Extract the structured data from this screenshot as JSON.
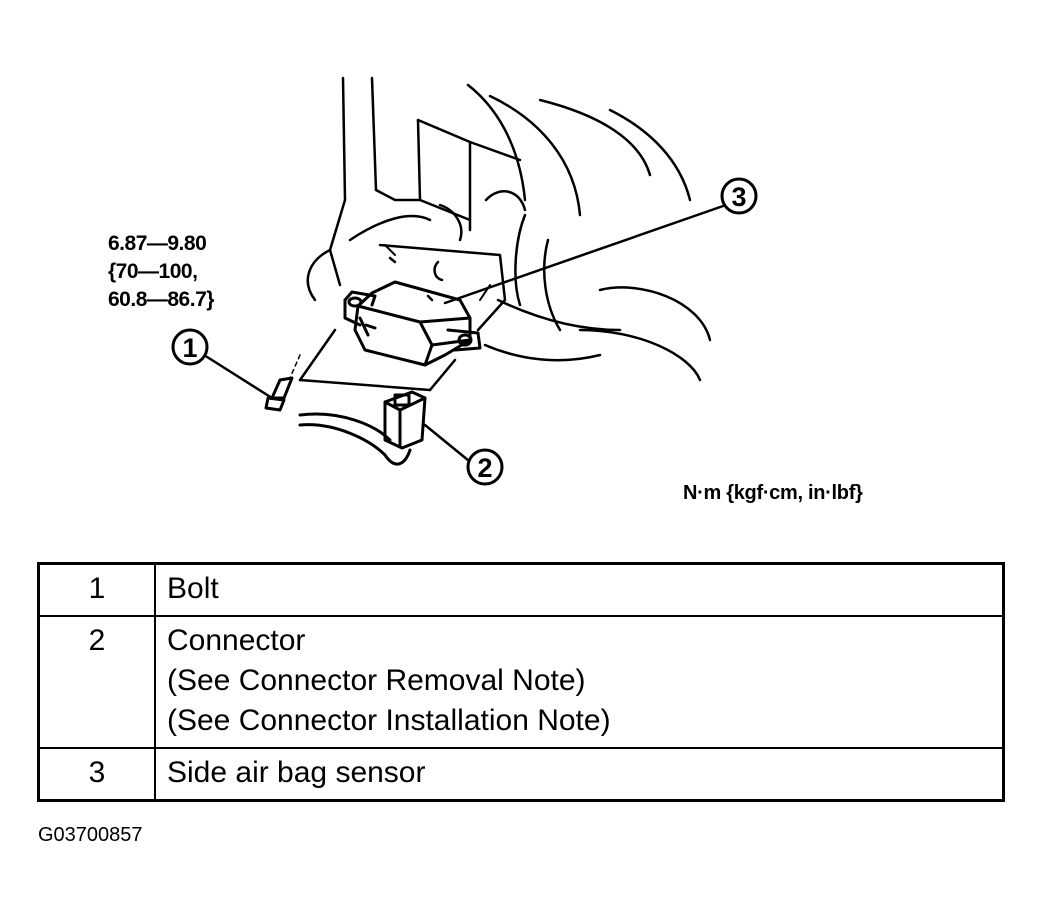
{
  "torque_spec": {
    "line1": "6.87—9.80",
    "line2": "{70—100,",
    "line3": "60.8—86.7}"
  },
  "units_label": "N·m {kgf·cm, in·lbf}",
  "callouts": [
    "1",
    "2",
    "3"
  ],
  "legend": [
    {
      "num": "1",
      "lines": [
        "Bolt"
      ]
    },
    {
      "num": "2",
      "lines": [
        "Connector",
        "(See Connector Removal Note)",
        "(See Connector Installation Note)"
      ]
    },
    {
      "num": "3",
      "lines": [
        "Side air bag sensor"
      ]
    }
  ],
  "figure_id": "G03700857"
}
